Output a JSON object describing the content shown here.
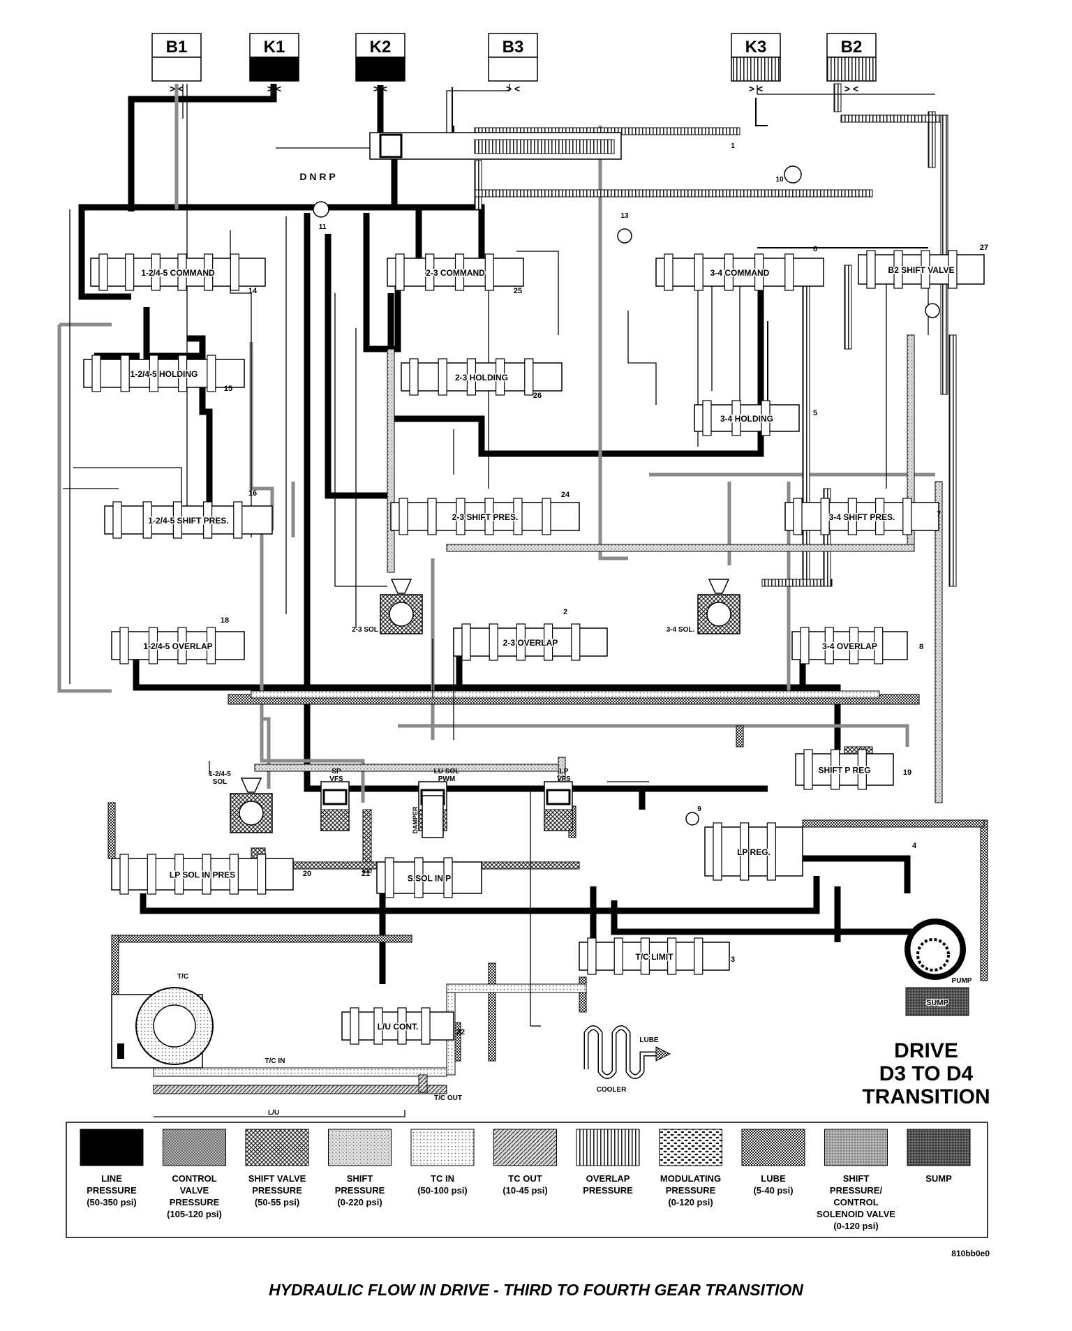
{
  "clutches": [
    {
      "id": "B1",
      "label": "B1",
      "fill": "#ffffff"
    },
    {
      "id": "K1",
      "label": "K1",
      "fill": "#000000"
    },
    {
      "id": "K2",
      "label": "K2",
      "fill": "#000000"
    },
    {
      "id": "B3",
      "label": "B3",
      "fill": "#ffffff"
    },
    {
      "id": "K3",
      "label": "K3",
      "fill": "overlap"
    },
    {
      "id": "B2",
      "label": "B2",
      "fill": "overlap"
    }
  ],
  "manual_valve": {
    "positions": "D N R P"
  },
  "valves": [
    {
      "label": "1-2/4-5 COMMAND",
      "number": "14"
    },
    {
      "label": "2-3 COMMAND",
      "number": "25"
    },
    {
      "label": "3-4 COMMAND",
      "number": "6"
    },
    {
      "label": "B2 SHIFT VALVE",
      "number": "27"
    },
    {
      "label": "1-2/4-5 HOLDING",
      "number": "15"
    },
    {
      "label": "2-3 HOLDING",
      "number": "26"
    },
    {
      "label": "3-4 HOLDING",
      "number": "5"
    },
    {
      "label": "1-2/4-5 SHIFT PRES.",
      "number": "16"
    },
    {
      "label": "2-3 SHIFT PRES.",
      "number": "24"
    },
    {
      "label": "3-4 SHIFT PRES.",
      "number": "7"
    },
    {
      "label": "1-2/4-5 OVERLAP",
      "number": "18"
    },
    {
      "label": "2-3 OVERLAP",
      "number": "2"
    },
    {
      "label": "3-4 OVERLAP",
      "number": "8"
    },
    {
      "label": "SHIFT P REG",
      "number": "19"
    },
    {
      "label": "LP REG.",
      "number": "4"
    },
    {
      "label": "LP SOL IN PRES",
      "number": "20"
    },
    {
      "label": "S.SOL IN P",
      "number": "21"
    },
    {
      "label": "T/C LIMIT",
      "number": "3"
    },
    {
      "label": "L/U CONT.",
      "number": "22"
    }
  ],
  "solenoids": [
    {
      "label": "2-3 SOL"
    },
    {
      "label": "3-4 SOL."
    },
    {
      "label": "1-2/4-5 SOL"
    },
    {
      "label": "SP VFS"
    },
    {
      "label": "LU SOL PWM"
    },
    {
      "label": "LP VFS"
    }
  ],
  "misc_labels": {
    "item_1": "1",
    "item_9": "9",
    "item_10": "10",
    "item_11": "11",
    "item_13": "13",
    "damper": "DAMPER",
    "pump": "PUMP",
    "sump": "SUMP",
    "tc": "T/C",
    "tc_in": "T/C IN",
    "tc_out": "T/C OUT",
    "lu": "L/U",
    "cooler": "COOLER",
    "lube": "LUBE"
  },
  "title_block": {
    "line1": "DRIVE",
    "line2": "D3 TO D4",
    "line3": "TRANSITION"
  },
  "legend": [
    {
      "pattern": "line",
      "lines": [
        "LINE",
        "PRESSURE",
        "(50-350 psi)"
      ]
    },
    {
      "pattern": "control",
      "lines": [
        "CONTROL",
        "VALVE",
        "PRESSURE",
        "(105-120 psi)"
      ]
    },
    {
      "pattern": "shiftvalve",
      "lines": [
        "SHIFT VALVE",
        "PRESSURE",
        "(50-55 psi)"
      ]
    },
    {
      "pattern": "shift",
      "lines": [
        "SHIFT",
        "PRESSURE",
        "(0-220 psi)"
      ]
    },
    {
      "pattern": "tcin",
      "lines": [
        "TC IN",
        "(50-100 psi)"
      ]
    },
    {
      "pattern": "tcout",
      "lines": [
        "TC OUT",
        "(10-45 psi)"
      ]
    },
    {
      "pattern": "overlap",
      "lines": [
        "OVERLAP",
        "PRESSURE"
      ]
    },
    {
      "pattern": "modulating",
      "lines": [
        "MODULATING",
        "PRESSURE",
        "(0-120 psi)"
      ]
    },
    {
      "pattern": "lube",
      "lines": [
        "LUBE",
        "(5-40 psi)"
      ]
    },
    {
      "pattern": "shiftctrl",
      "lines": [
        "SHIFT",
        "PRESSURE/",
        "CONTROL",
        "SOLENOID VALVE",
        "(0-120 psi)"
      ]
    },
    {
      "pattern": "sump",
      "lines": [
        "SUMP"
      ]
    }
  ],
  "figure_code": "810bb0e0",
  "caption": "HYDRAULIC FLOW IN DRIVE - THIRD TO FOURTH GEAR TRANSITION"
}
